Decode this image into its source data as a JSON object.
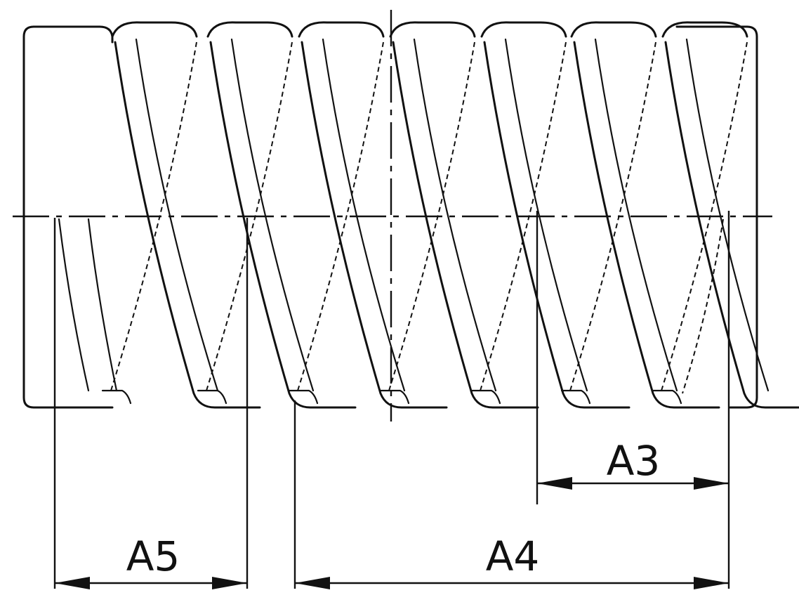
{
  "diagram": {
    "dimensions": [
      {
        "id": "A3",
        "label": "A3"
      },
      {
        "id": "A4",
        "label": "A4"
      },
      {
        "id": "A5",
        "label": "A5"
      }
    ]
  },
  "colors": {
    "line": "#111111",
    "background": "#ffffff"
  }
}
